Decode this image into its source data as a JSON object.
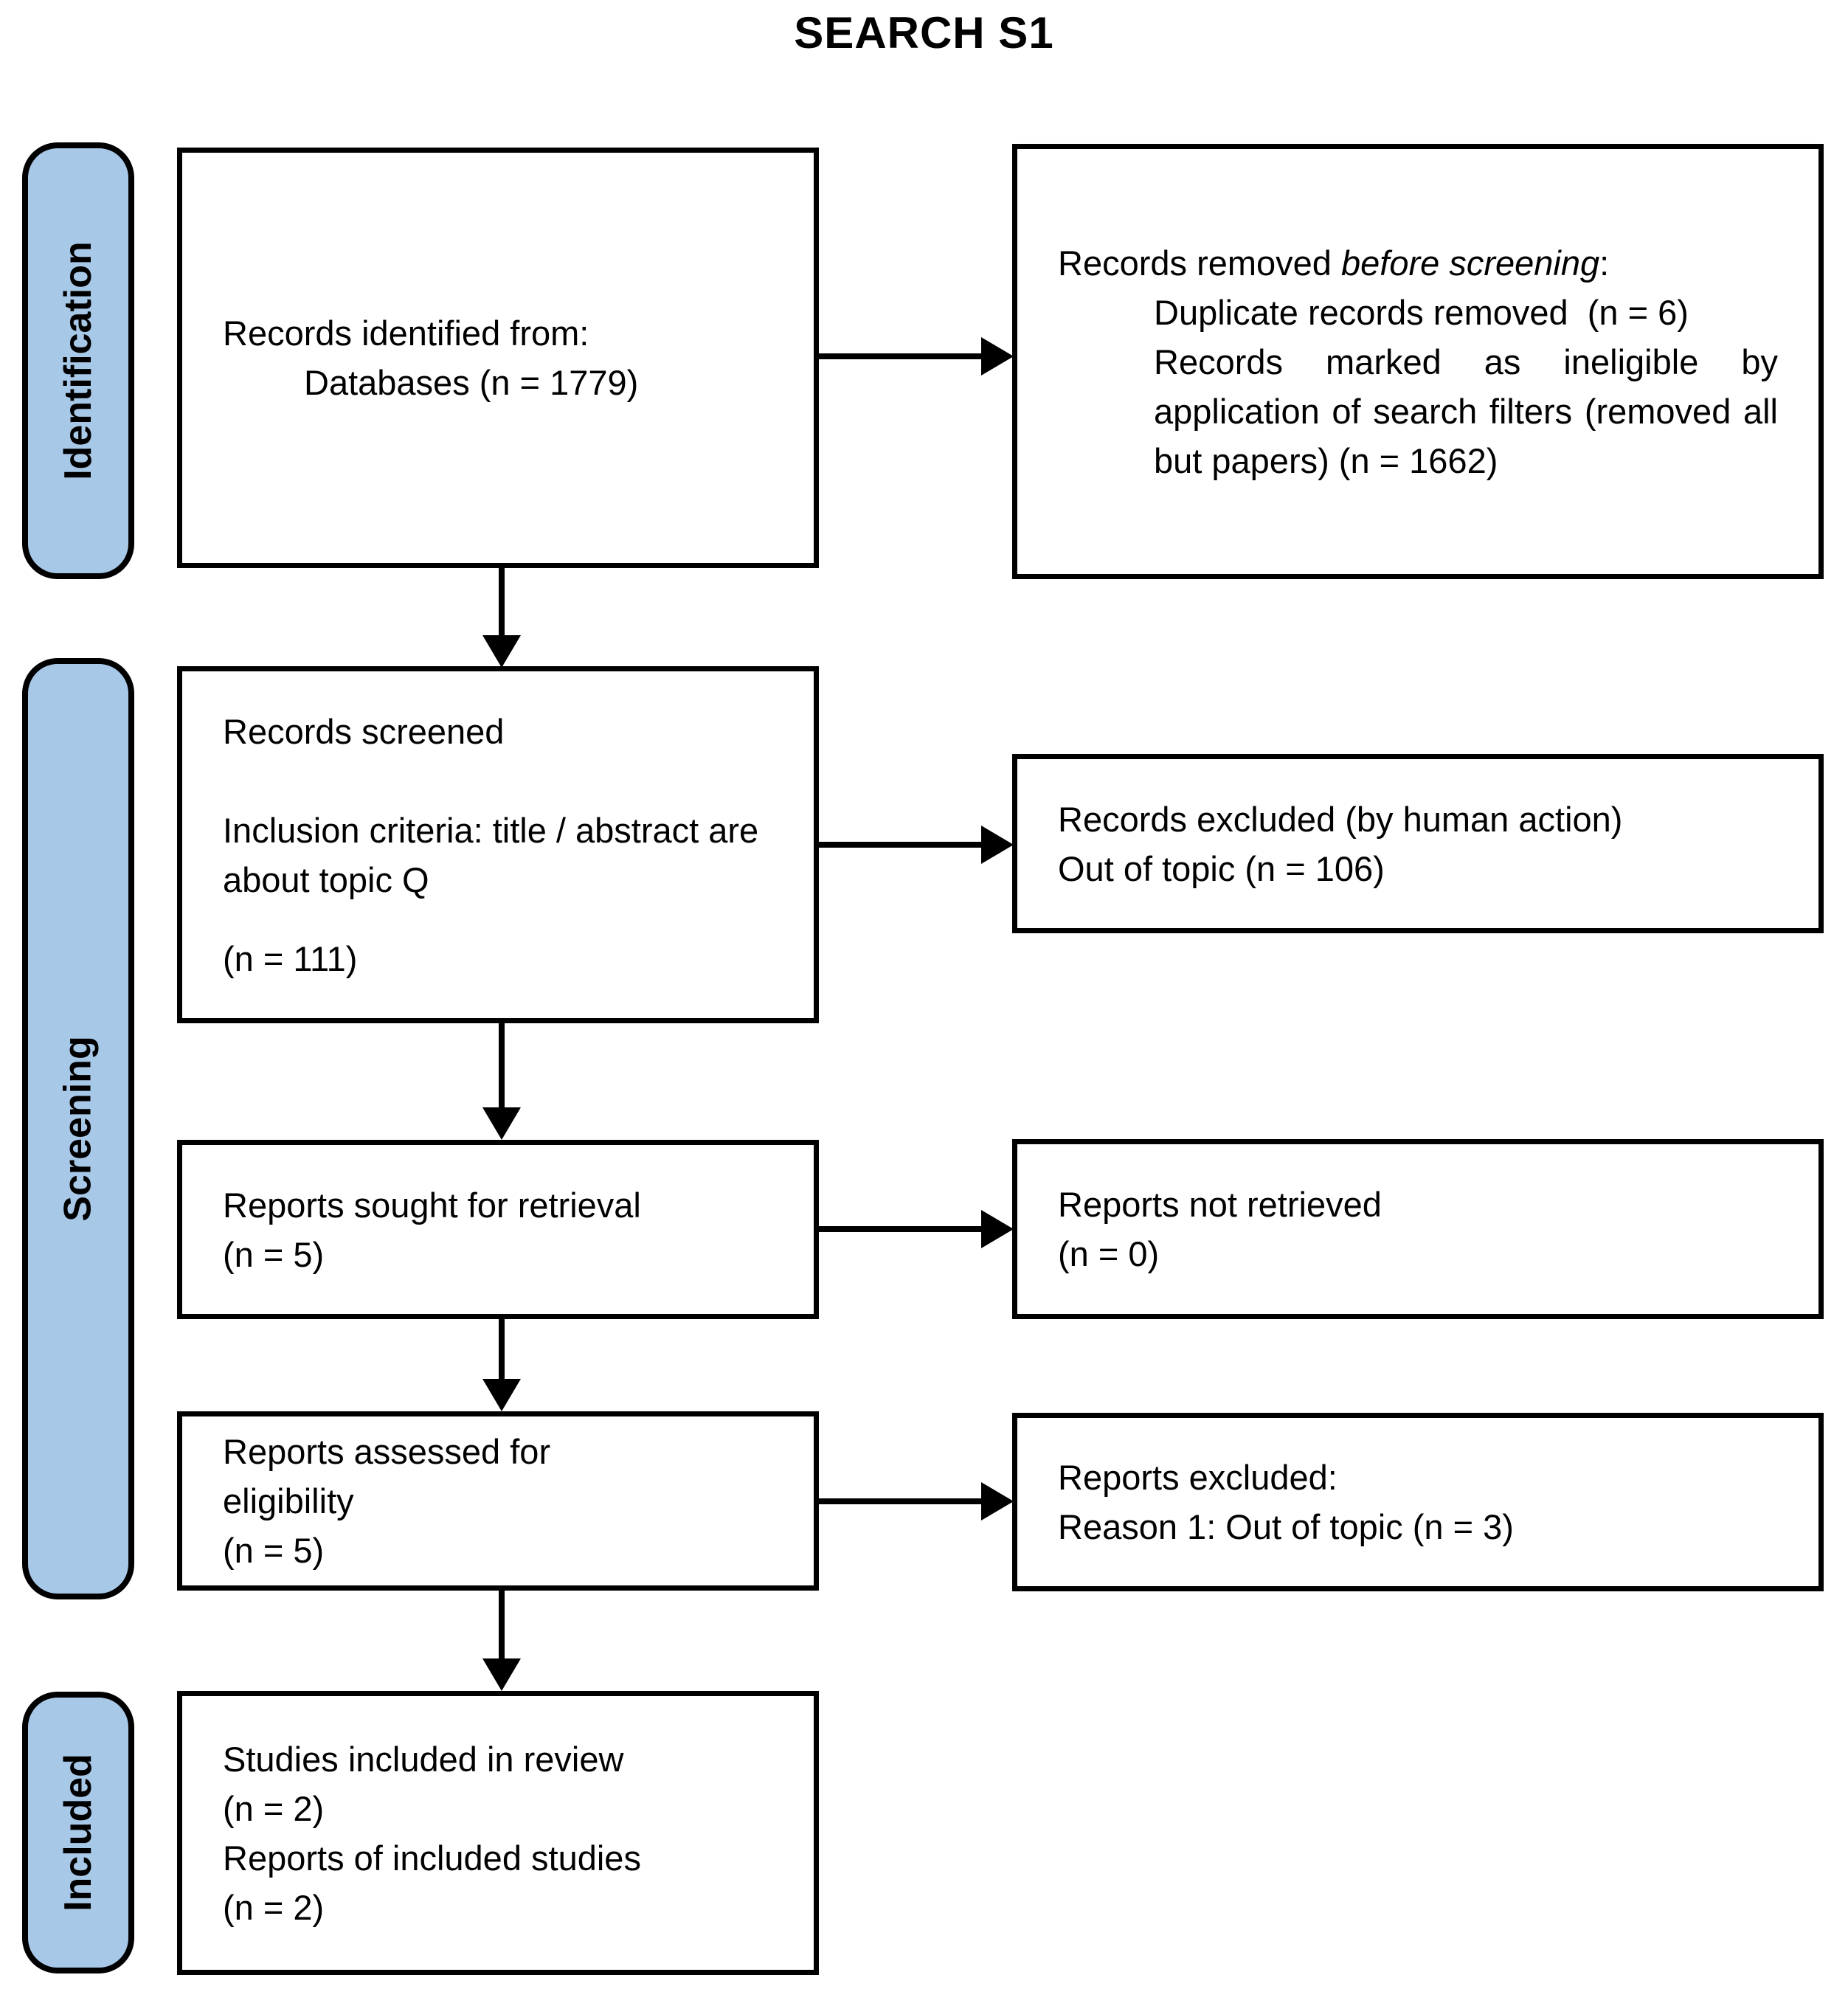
{
  "title": "SEARCH S1",
  "colors": {
    "stage_fill": "#A8C8E8",
    "box_border": "#000000",
    "box_fill": "#FFFFFF"
  },
  "stages": {
    "identification": "Identification",
    "screening": "Screening",
    "included": "Included"
  },
  "boxes": {
    "records_identified": {
      "line1": "Records identified from:",
      "line2": "Databases (n = 1779)"
    },
    "records_removed": {
      "heading_prefix": "Records removed ",
      "heading_italic": "before screening",
      "heading_suffix": ":",
      "item1": "Duplicate records removed  (n = 6)",
      "item2": "Records marked as ineligible by application of search filters (removed all but papers) (n = 1662)"
    },
    "records_screened": {
      "line1": "Records screened",
      "line2": "Inclusion criteria: title / abstract are about topic Q",
      "line3": "(n = 111)"
    },
    "records_excluded": {
      "line1": "Records excluded (by human action)",
      "line2": "Out of topic (n = 106)"
    },
    "reports_sought": {
      "line1": "Reports sought for retrieval",
      "line2": "(n = 5)"
    },
    "reports_not_retrieved": {
      "line1": "Reports not retrieved",
      "line2": "(n = 0)"
    },
    "reports_assessed": {
      "line1": "Reports assessed for",
      "line2": "eligibility",
      "line3": "(n = 5)"
    },
    "reports_excluded": {
      "line1": "Reports excluded:",
      "line2": "Reason 1: Out of topic (n = 3)"
    },
    "studies_included": {
      "line1": "Studies included in review",
      "line2": "(n = 2)",
      "line3": "Reports of included studies",
      "line4": "(n = 2)"
    }
  }
}
